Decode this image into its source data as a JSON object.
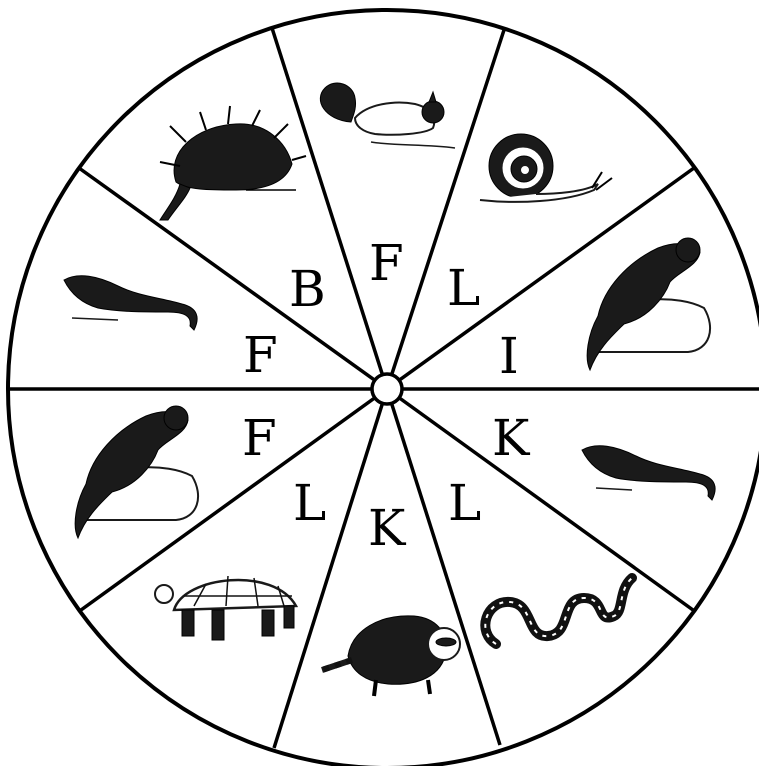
{
  "wheel": {
    "segments": [
      {
        "letter": "F",
        "animal": "squirrel"
      },
      {
        "letter": "L",
        "animal": "snail"
      },
      {
        "letter": "I",
        "animal": "otter"
      },
      {
        "letter": "K",
        "animal": "mink"
      },
      {
        "letter": "L",
        "animal": "snake"
      },
      {
        "letter": "K",
        "animal": "raccoon"
      },
      {
        "letter": "L",
        "animal": "tortoise"
      },
      {
        "letter": "F",
        "animal": "otter"
      },
      {
        "letter": "F",
        "animal": "mink"
      },
      {
        "letter": "B",
        "animal": "porcupine"
      }
    ]
  }
}
